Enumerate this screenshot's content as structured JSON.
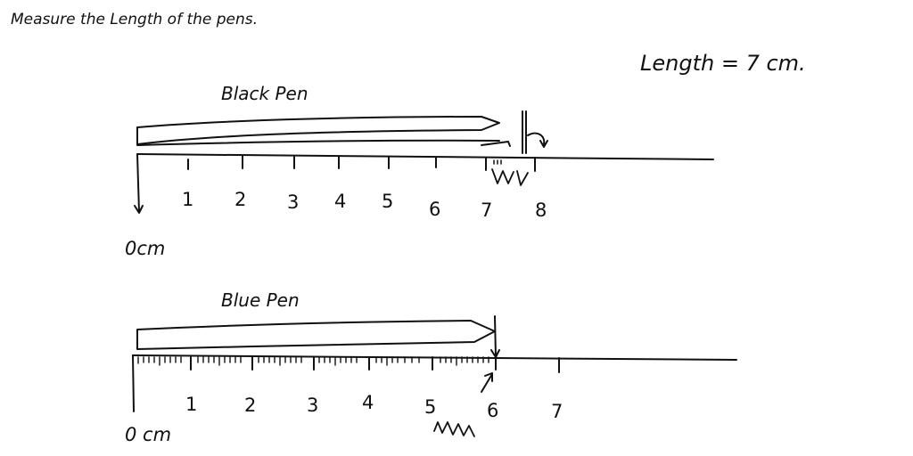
{
  "heading": "Measure the Length of the pens.",
  "answer": "Length = 7 cm.",
  "black_ruler": {
    "pen_label": "Black Pen",
    "zero_label": "0cm",
    "numbers": [
      "1",
      "2",
      "3",
      "4",
      "5",
      "6",
      "7",
      "8"
    ]
  },
  "blue_ruler": {
    "pen_label": "Blue Pen",
    "zero_label": "0 cm",
    "numbers": [
      "1",
      "2",
      "3",
      "4",
      "5",
      "6",
      "7"
    ]
  }
}
